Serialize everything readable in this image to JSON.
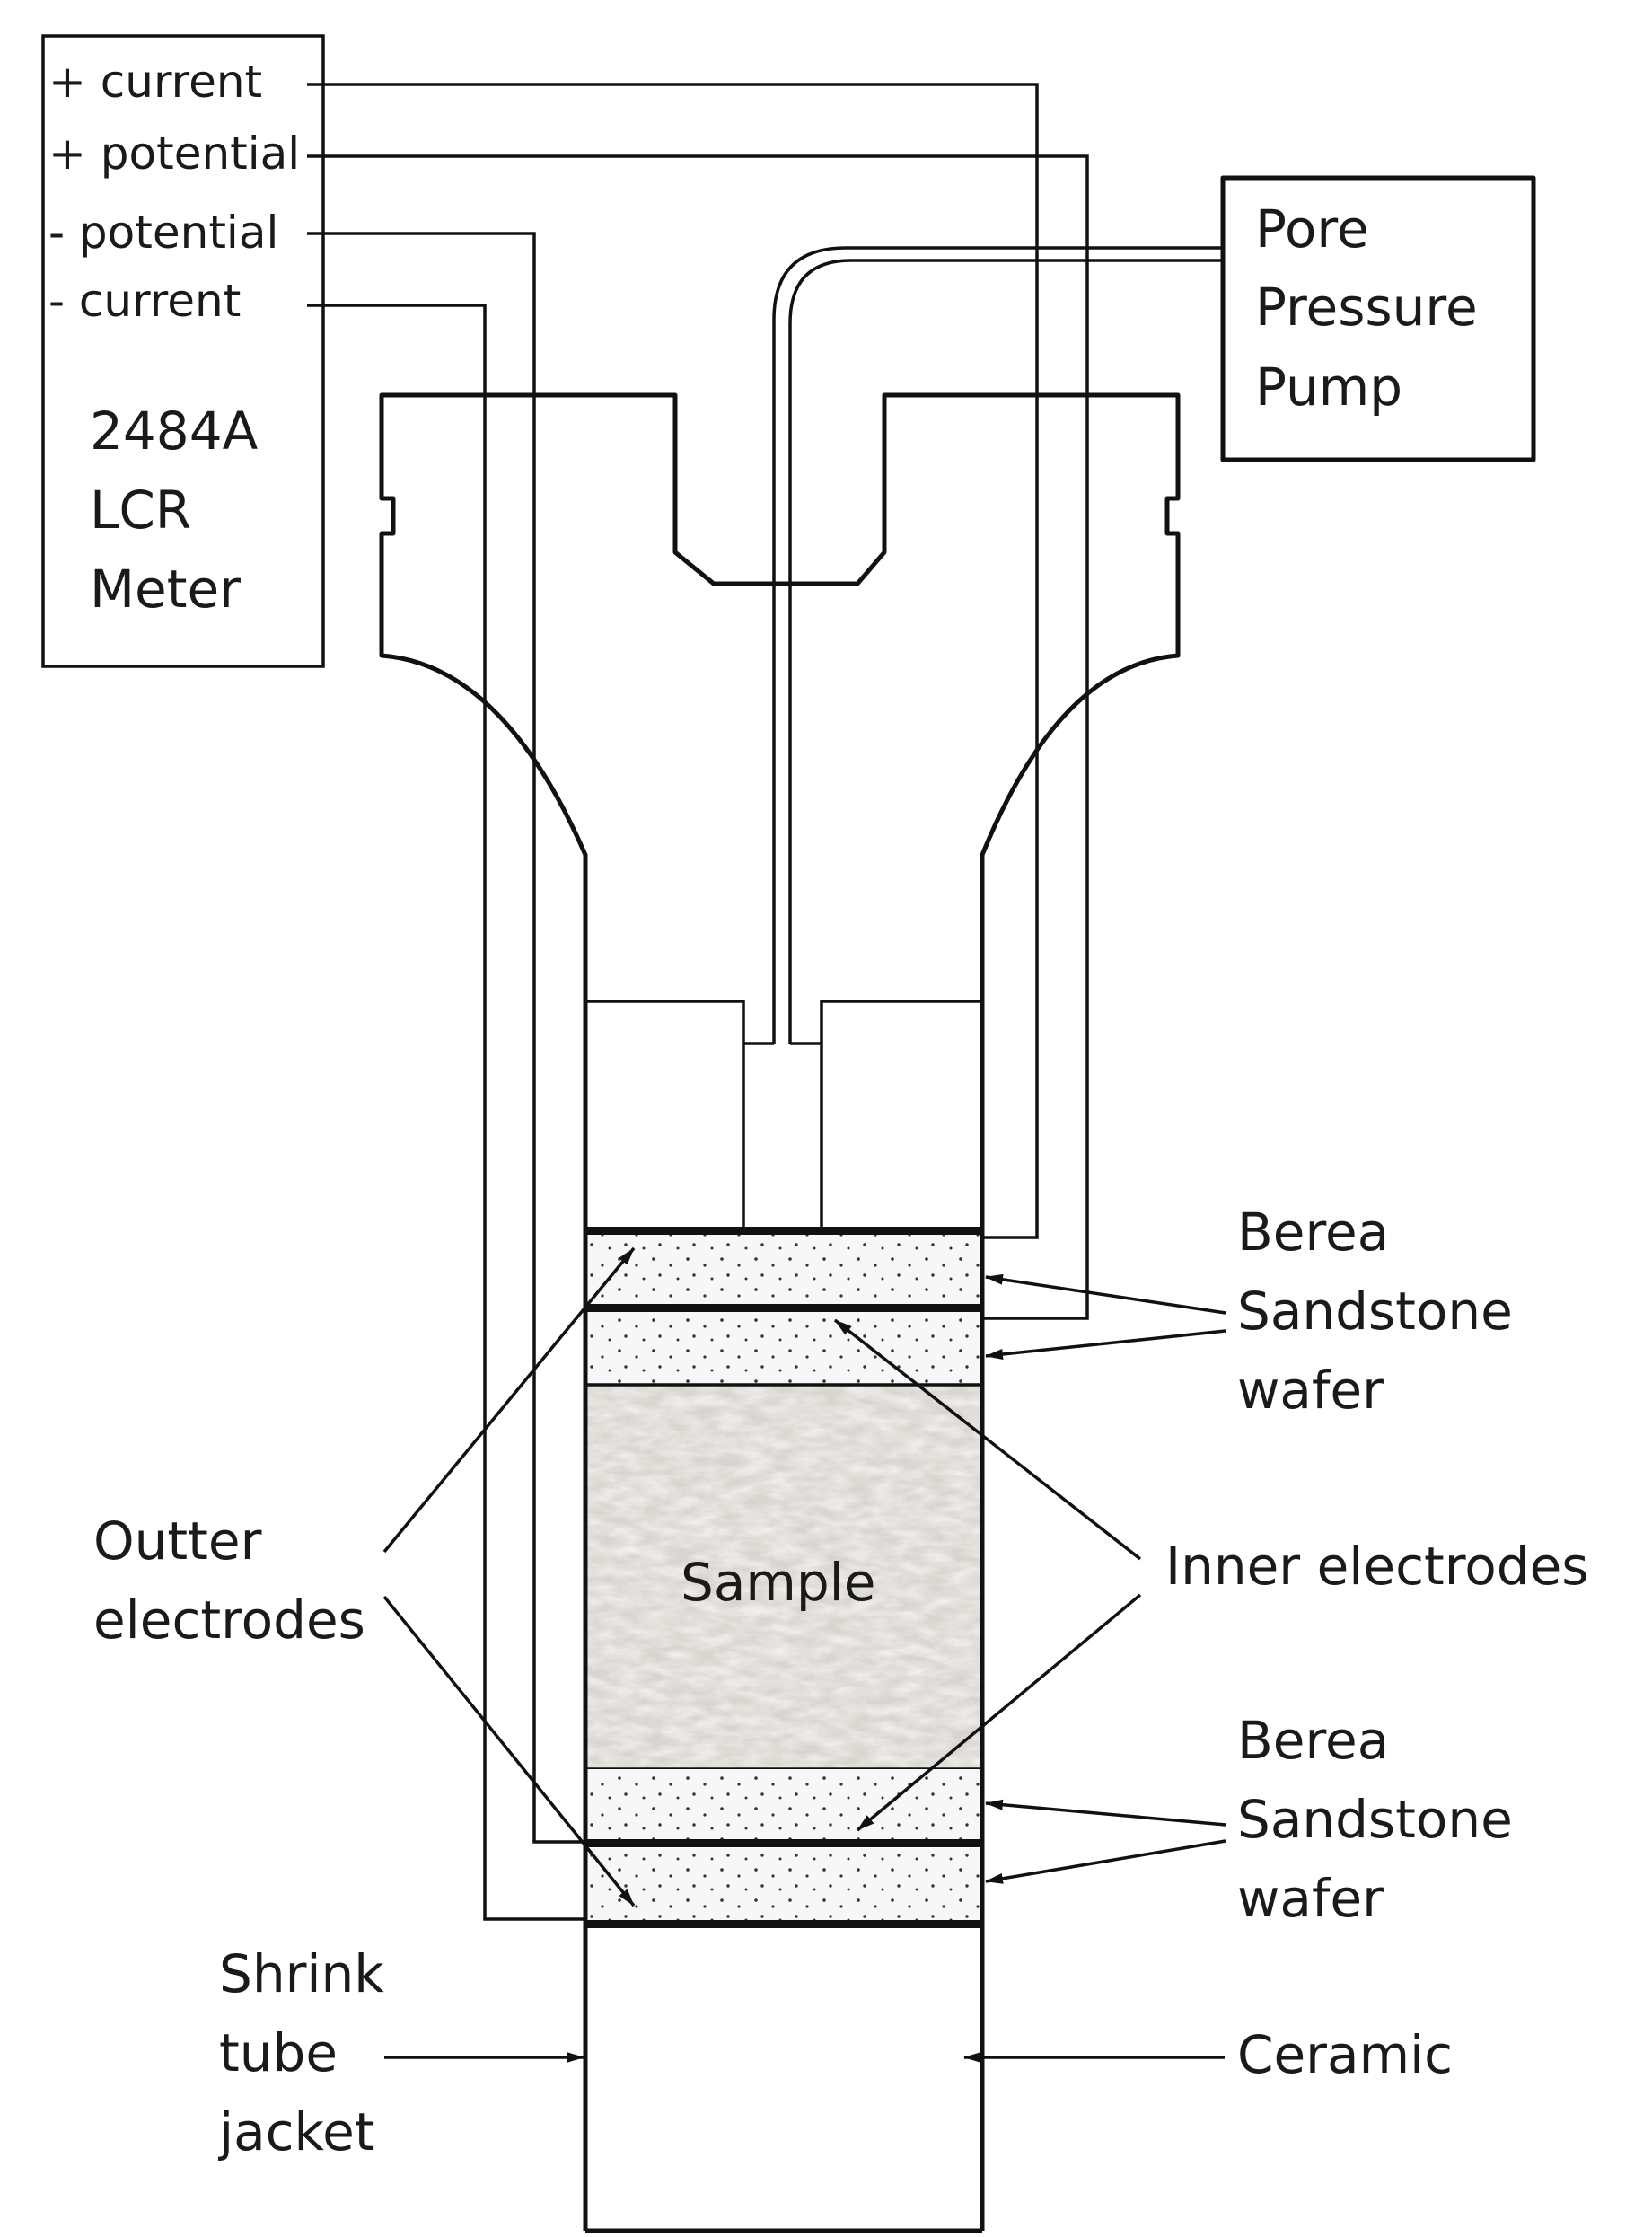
{
  "meter": {
    "terminals": [
      "+ current",
      "+ potential",
      "- potential",
      "- current"
    ],
    "name_lines": [
      "2484A",
      "LCR",
      "Meter"
    ]
  },
  "pump": {
    "lines": [
      "Pore",
      "Pressure",
      "Pump"
    ]
  },
  "sample": {
    "label": "Sample"
  },
  "labels": {
    "berea_top": [
      "Berea",
      "Sandstone",
      "wafer"
    ],
    "berea_bottom": [
      "Berea",
      "Sandstone",
      "wafer"
    ],
    "outer_electrodes": [
      "Outter",
      "electrodes"
    ],
    "inner_electrodes": "Inner electrodes",
    "shrink_tube": [
      "Shrink",
      "tube",
      "jacket"
    ],
    "ceramic": "Ceramic"
  },
  "colors": {
    "line": "#111111",
    "sample_fill": "#d8d4cf",
    "wafer_fill": "#f7f7f7"
  }
}
